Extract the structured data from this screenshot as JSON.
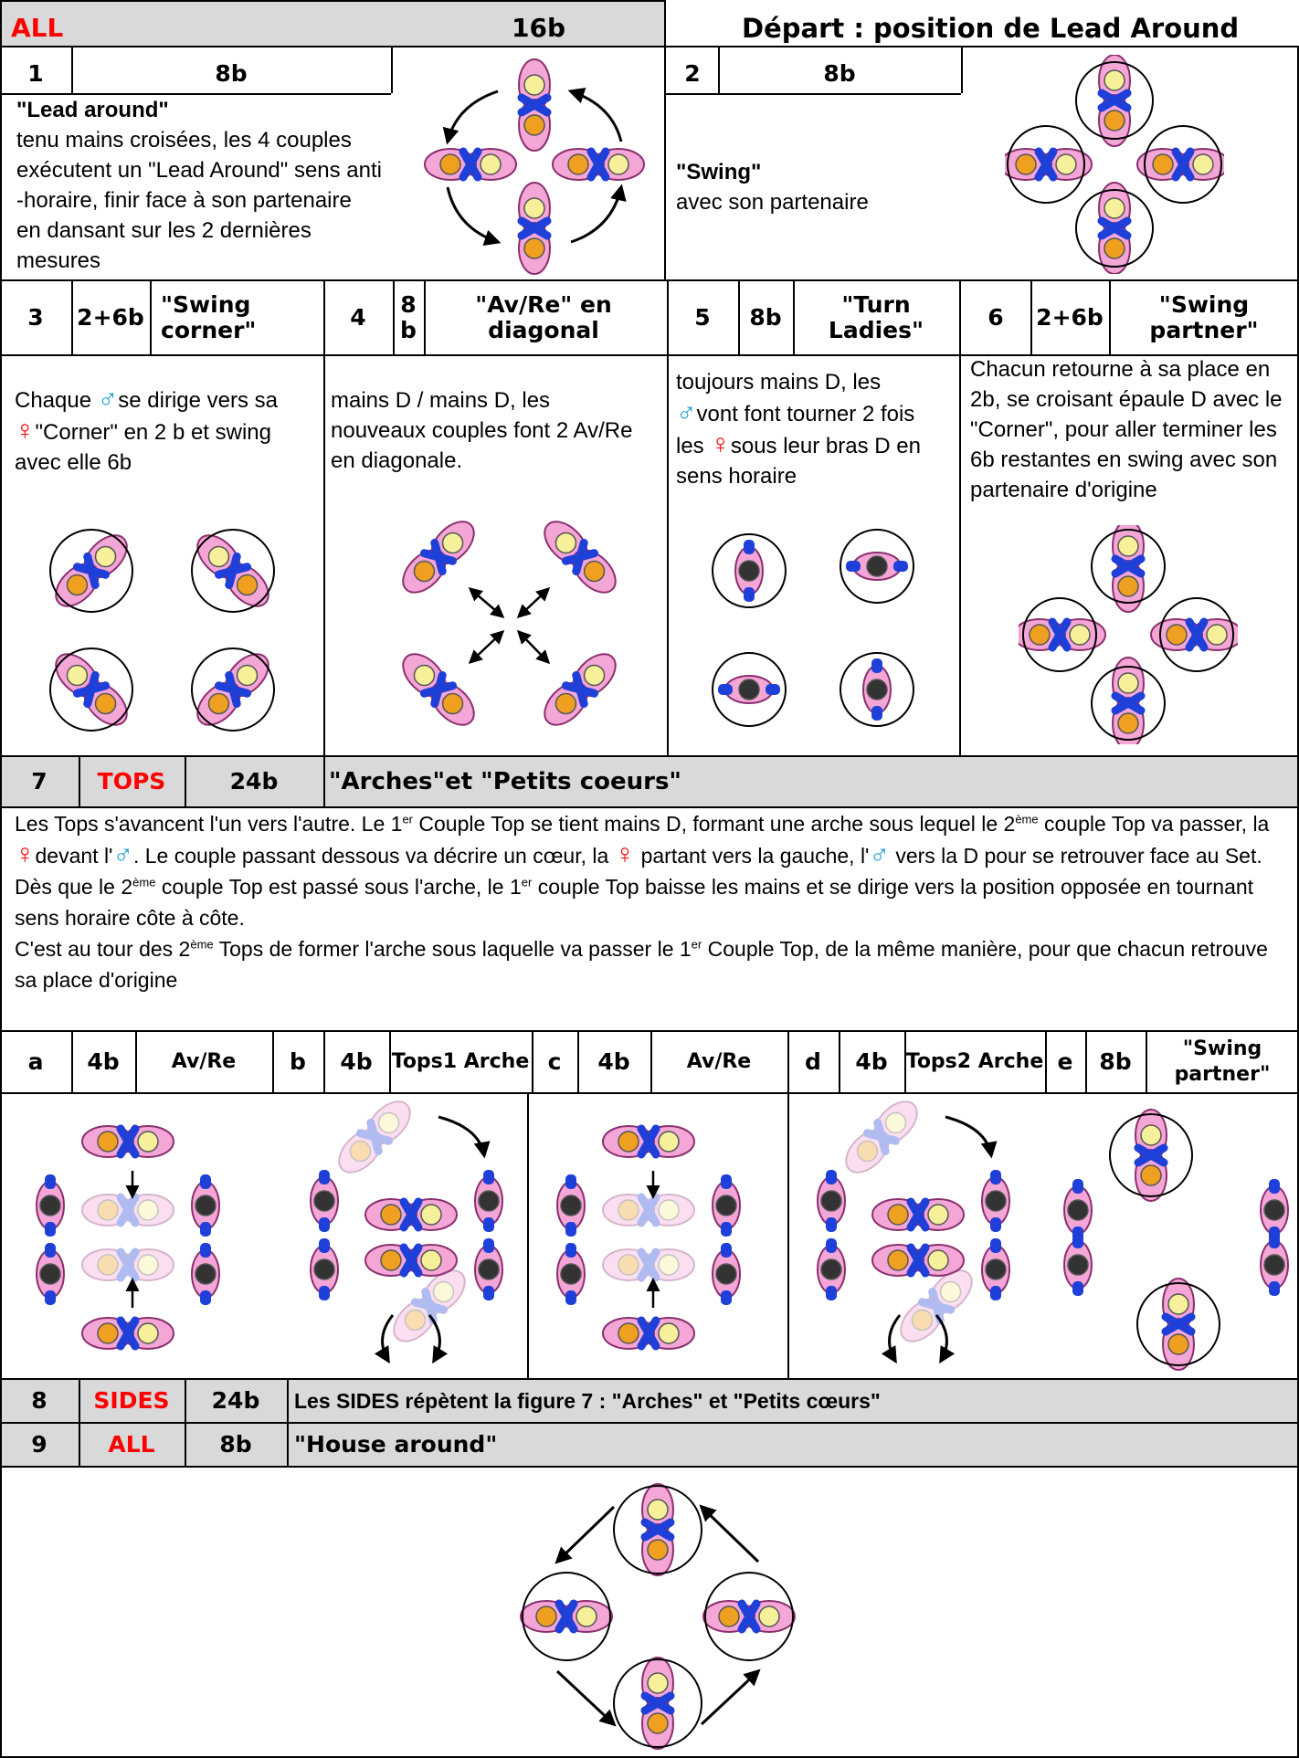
{
  "header": {
    "all": "ALL",
    "beats": "16b",
    "depart": "Départ : position de Lead Around"
  },
  "fig1": {
    "num": "1",
    "beats": "8b",
    "title": "\"Lead around\"",
    "desc": "tenu  mains croisées, les 4 couples exécutent un \"Lead Around\" sens anti -horaire, finir face à son partenaire en dansant sur les 2 dernières mesures"
  },
  "fig2": {
    "num": "2",
    "beats": "8b",
    "title": "\"Swing\"",
    "desc": "avec son partenaire"
  },
  "fig3": {
    "num": "3",
    "beats": "2+6b",
    "title": "\"Swing corner\"",
    "desc_a": " Chaque ",
    "desc_b": "se dirige vers sa",
    "desc_c": "\"Corner\" en 2 b et swing avec elle 6b"
  },
  "fig4": {
    "num": "4",
    "beats": "8 b",
    "title": "\"Av/Re\" en diagonal",
    "desc": "mains D / mains D, les nouveaux couples font 2 Av/Re en diagonale."
  },
  "fig5": {
    "num": "5",
    "beats": "8b",
    "title": "\"Turn Ladies\"",
    "desc_a": "toujours mains D, les",
    "desc_b": "vont font tourner 2 fois",
    "desc_c": "les ",
    "desc_d": "sous leur bras D en sens horaire"
  },
  "fig6": {
    "num": "6",
    "beats": "2+6b",
    "title": "\"Swing partner\"",
    "desc": "Chacun retourne à sa place en 2b, se croisant épaule D avec le \"Corner\", pour aller terminer les 6b restantes en swing avec son partenaire d'origine"
  },
  "fig7": {
    "num": "7",
    "who": "TOPS",
    "beats": "24b",
    "title": "\"Arches\"et \"Petits coeurs\"",
    "p1a": "Les Tops  s'avancent l'un vers l'autre. Le 1",
    "p1b": "er",
    "p1c": "  Couple Top se tient mains D, formant une arche sous lequel le 2",
    "p1d": "ème",
    "p1e": " couple Top va passer, la ",
    "p1f": "devant l'",
    "p1g": ". Le couple passant dessous va décrire un cœur, la ",
    "p1h": " partant vers la gauche, l'",
    "p1i": " vers la D pour se retrouver face au Set.",
    "p2a": " Dès que le 2",
    "p2b": "ème",
    "p2c": " couple Top est passé sous l'arche, le 1",
    "p2d": "er",
    "p2e": " couple Top baisse les mains et se dirige vers la position opposée en tournant sens horaire côte à côte.",
    "p3a": "C'est au tour des 2",
    "p3b": "ème",
    "p3c": "  Tops de former l'arche sous laquelle va passer le 1",
    "p3d": "er",
    "p3e": " Couple Top, de la même manière, pour que chacun retrouve sa place d'origine",
    "steps": [
      {
        "letter": "a",
        "beats": "4b",
        "label": "Av/Re"
      },
      {
        "letter": "b",
        "beats": "4b",
        "label": "Tops1 Arche"
      },
      {
        "letter": "c",
        "beats": "4b",
        "label": "Av/Re"
      },
      {
        "letter": "d",
        "beats": "4b",
        "label": "Tops2 Arche"
      },
      {
        "letter": "e",
        "beats": "8b",
        "label": "\"Swing partner\""
      }
    ]
  },
  "fig8": {
    "num": "8",
    "who": "SIDES",
    "beats": "24b",
    "desc": "Les SIDES répètent la figure 7 : \"Arches\" et \"Petits cœurs\""
  },
  "fig9": {
    "num": "9",
    "who": "ALL",
    "beats": "8b",
    "title": "\"House around\""
  },
  "symbols": {
    "male": "♂",
    "female": "♀"
  },
  "colors": {
    "male_symbol": "#1a9fd8",
    "female_symbol": "#ff0000",
    "header_gray": "#d9d9d9",
    "arm_blue": "#1e3fd8",
    "pink": "#f4a6d6"
  }
}
